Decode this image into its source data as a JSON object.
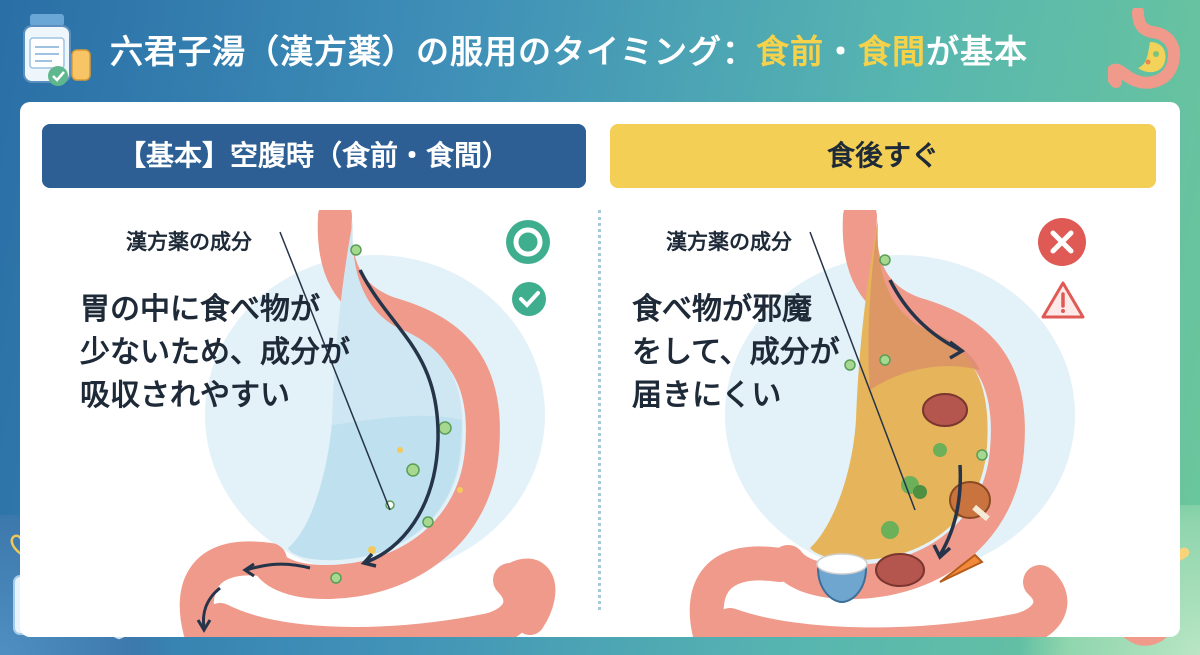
{
  "title": {
    "prefix": "六君子湯（漢方薬）の服用のタイミング：",
    "highlight_1": "食前",
    "separator": "・",
    "highlight_2": "食間",
    "suffix": "が基本"
  },
  "left": {
    "header": "【基本】空腹時（食前・食間）",
    "ingredient_label": "漢方薬の成分",
    "description": [
      "胃の中に食べ物が",
      "少ないため、成分が",
      "吸収されやすい"
    ],
    "status_icons": [
      "double-circle-ok-icon",
      "check-icon"
    ]
  },
  "right": {
    "header": "食後すぐ",
    "ingredient_label": "漢方薬の成分",
    "description": [
      "食べ物が邪魔",
      "をして、成分が",
      "届きにくい"
    ],
    "status_icons": [
      "cross-icon",
      "warning-icon"
    ]
  },
  "colors": {
    "background_gradient": [
      "#2a6fa6",
      "#6cc79a"
    ],
    "title_highlight": "#f5d24a",
    "left_header": "#2d5f94",
    "right_header": "#f3cf56",
    "ok": "#3fae8e",
    "ng": "#e05a55",
    "stomach": "#ef9a8a"
  }
}
